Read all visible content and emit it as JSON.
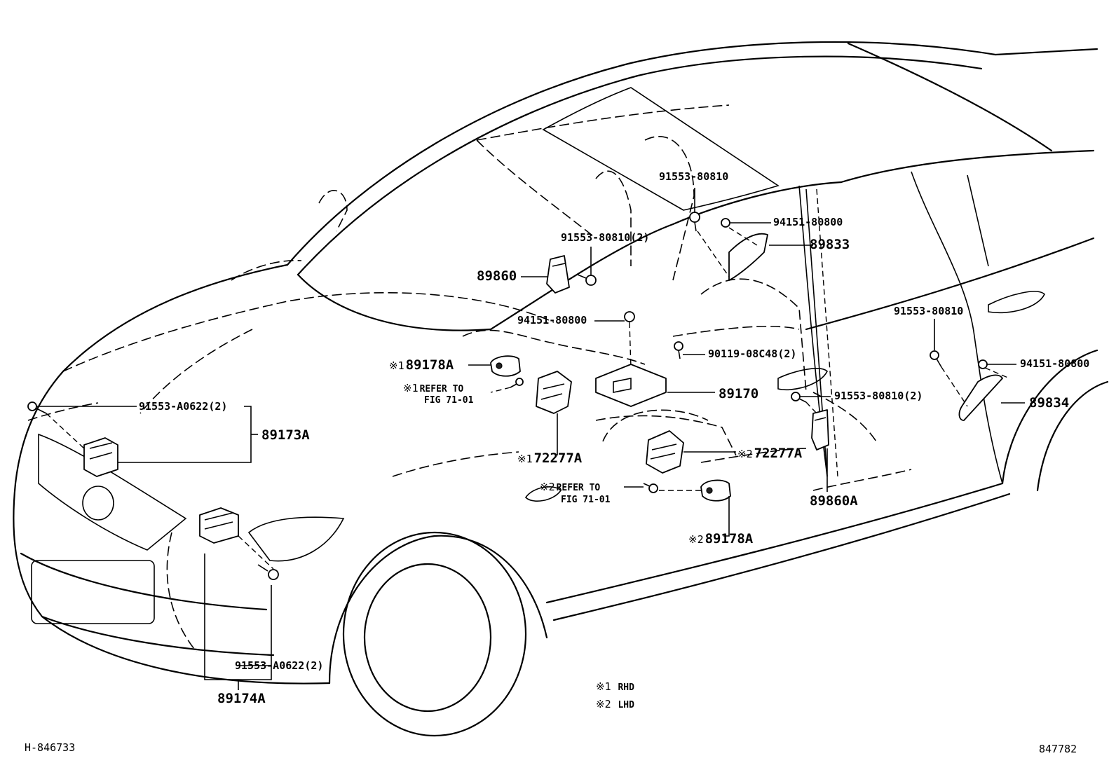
{
  "parts": {
    "p89173A": "89173A",
    "p91553_A0622_2_top": "91553-A0622(2)",
    "p89174A": "89174A",
    "p91553_A0622_2_bottom": "91553-A0622(2)",
    "p89860": "89860",
    "p91553_80810_2_left": "91553-80810(2)",
    "p91553_80810_top": "91553-80810",
    "p94151_80800_top": "94151-80800",
    "p89833": "89833",
    "p94151_80800_mid": "94151-80800",
    "p89178A_rhd": "89178A",
    "p89178A_lhd": "89178A",
    "refer_rhd": "REFER TO",
    "refer_rhd_fig": "FIG 71-01",
    "refer_lhd": "REFER TO",
    "refer_lhd_fig": "FIG 71-01",
    "p90119_08C48_2": "90119-08C48(2)",
    "p89170": "89170",
    "p72277A_rhd": "72277A",
    "p72277A_lhd": "72277A",
    "p91553_80810_right": "91553-80810",
    "p91553_80810_2_right": "91553-80810(2)",
    "p94151_80800_right": "94151-80800",
    "p89834": "89834",
    "p89860A": "89860A"
  },
  "marks": {
    "m1": "※1",
    "m2": "※2"
  },
  "legend": {
    "rhd_mark": "※1",
    "rhd_text": "RHD",
    "lhd_mark": "※2",
    "lhd_text": "LHD"
  },
  "footer": {
    "left_code": "H-846733",
    "right_code": "847782"
  }
}
